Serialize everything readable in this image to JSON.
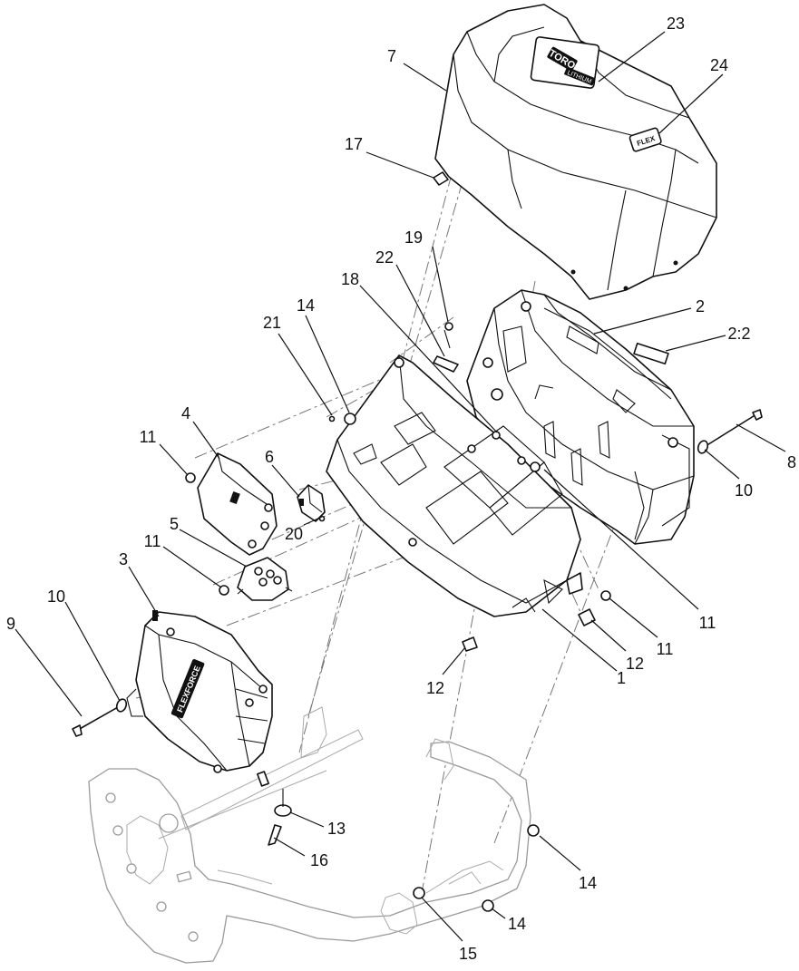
{
  "callouts": [
    {
      "id": "c-7",
      "label": "7"
    },
    {
      "id": "c-23",
      "label": "23"
    },
    {
      "id": "c-24",
      "label": "24"
    },
    {
      "id": "c-17",
      "label": "17"
    },
    {
      "id": "c-19",
      "label": "19"
    },
    {
      "id": "c-22",
      "label": "22"
    },
    {
      "id": "c-18",
      "label": "18"
    },
    {
      "id": "c-14a",
      "label": "14"
    },
    {
      "id": "c-21",
      "label": "21"
    },
    {
      "id": "c-2",
      "label": "2"
    },
    {
      "id": "c-2-2",
      "label": "2:2"
    },
    {
      "id": "c-4",
      "label": "4"
    },
    {
      "id": "c-11a",
      "label": "11"
    },
    {
      "id": "c-6",
      "label": "6"
    },
    {
      "id": "c-20",
      "label": "20"
    },
    {
      "id": "c-8",
      "label": "8"
    },
    {
      "id": "c-10a",
      "label": "10"
    },
    {
      "id": "c-5",
      "label": "5"
    },
    {
      "id": "c-11b",
      "label": "11"
    },
    {
      "id": "c-3",
      "label": "3"
    },
    {
      "id": "c-10b",
      "label": "10"
    },
    {
      "id": "c-9",
      "label": "9"
    },
    {
      "id": "c-11c",
      "label": "11"
    },
    {
      "id": "c-11d",
      "label": "11"
    },
    {
      "id": "c-12a",
      "label": "12"
    },
    {
      "id": "c-12b",
      "label": "12"
    },
    {
      "id": "c-1",
      "label": "1"
    },
    {
      "id": "c-13",
      "label": "13"
    },
    {
      "id": "c-16",
      "label": "16"
    },
    {
      "id": "c-14b",
      "label": "14"
    },
    {
      "id": "c-14c",
      "label": "14"
    },
    {
      "id": "c-15",
      "label": "15"
    }
  ],
  "labels": {
    "cover_brand": "TORO",
    "cover_badge": "LITHIUM",
    "cover_decal": "FLEX",
    "controller_text": "FLEXFORCE"
  }
}
